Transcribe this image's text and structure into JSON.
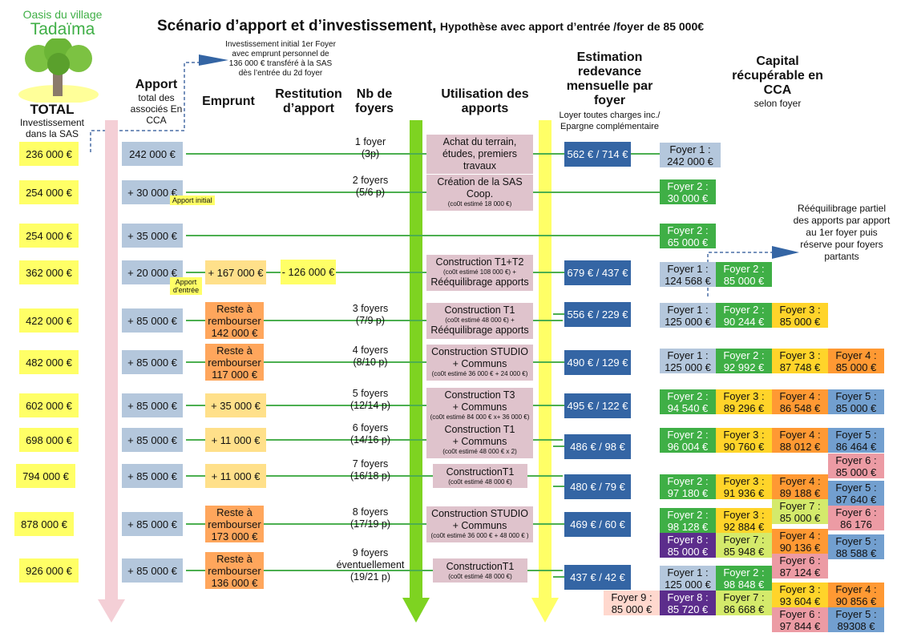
{
  "logo": {
    "line1": "Oasis du village",
    "line2": "Tadaïma"
  },
  "title": {
    "main": "Scénario d’apport et d’investissement,",
    "sub": "Hypothèse avec apport d’entrée /foyer de 85 000€"
  },
  "headers": {
    "total": {
      "title": "TOTAL",
      "sub": "Investissement dans la SAS"
    },
    "apport": {
      "title": "Apport",
      "sub": "total des associés En CCA"
    },
    "emprunt": {
      "title": "Emprunt"
    },
    "restitution": {
      "title": "Restitution d’apport"
    },
    "foyers": {
      "title": "Nb de foyers"
    },
    "usage": {
      "title": "Utilisation des apports"
    },
    "redevance": {
      "title": "Estimation redevance mensuelle par foyer",
      "sub": "Loyer toutes charges inc./ Epargne complémentaire"
    },
    "capital": {
      "title": "Capital récupérable en CCA",
      "sub": "selon foyer"
    }
  },
  "notes": {
    "initial_investment": "Investissement initial 1er Foyer avec emprunt personnel de 136 000 € transféré à la SAS dès l’entrée du 2d foyer",
    "rebalancing": "Rééquilibrage partiel des apports par apport au 1er foyer puis réserve pour foyers partants",
    "apport_initial": "Apport initial",
    "apport_entree": "Apport d'entrée"
  },
  "rows": [
    {
      "total": "236 000 €",
      "apport": "242 000 €",
      "emprunt": "",
      "restitution": "",
      "foyers": [
        "1 foyer",
        "(3p)"
      ],
      "usage": {
        "before": [
          "Achat du terrain,",
          "études, premiers",
          "travaux"
        ],
        "cost": "",
        "after": []
      },
      "redevance": "562 € / 714 €"
    },
    {
      "total": "254 000 €",
      "apport": "+ 30 000 €",
      "emprunt": "",
      "restitution": "",
      "foyers": [
        "2 foyers",
        "(5/6 p)"
      ],
      "usage": {
        "before": [
          "Création de la SAS",
          "Coop."
        ],
        "cost": "(co0t estimé  18 000 €)",
        "after": []
      },
      "redevance": ""
    },
    {
      "total": "254 000 €",
      "apport": "+ 35 000 €",
      "emprunt": "",
      "restitution": "",
      "foyers": [],
      "usage": null,
      "redevance": ""
    },
    {
      "total": "362 000 €",
      "apport": "+ 20 000 €",
      "emprunt": "+ 167 000 €",
      "restitution": "- 126 000 €",
      "foyers": [],
      "usage": {
        "before": [
          "Construction T1+T2"
        ],
        "cost": "(co0t estimé  108 000 €) +",
        "after": [
          "Rééquilibrage apports"
        ]
      },
      "redevance": "679 € / 437 €"
    },
    {
      "total": "422 000 €",
      "apport": "+ 85 000 €",
      "emprunt": "Reste à rembourser 142 000 €",
      "restitution": "",
      "foyers": [
        "3 foyers",
        "(7/9 p)"
      ],
      "usage": {
        "before": [
          "Construction T1"
        ],
        "cost": "(co0t estimé  48 000 €) +",
        "after": [
          "Rééquilibrage apports"
        ]
      },
      "redevance": "556 € / 229 €"
    },
    {
      "total": "482 000 €",
      "apport": "+ 85 000 €",
      "emprunt": "Reste à rembourser 117 000 €",
      "restitution": "",
      "foyers": [
        "4 foyers",
        "(8/10 p)"
      ],
      "usage": {
        "before": [
          "Construction STUDIO",
          "+ Communs"
        ],
        "cost": "(co0t estimé  36 000 € + 24 000 €)",
        "after": []
      },
      "redevance": "490 € / 129 €"
    },
    {
      "total": "602 000 €",
      "apport": "+ 85 000 €",
      "emprunt": "+ 35 000 €",
      "restitution": "",
      "foyers": [
        "5 foyers",
        "(12/14 p)"
      ],
      "usage": {
        "before": [
          "Construction T3",
          "+ Communs"
        ],
        "cost": "(co0t estimé  84 000 € x+ 36 000 €)",
        "after": []
      },
      "redevance": "495 € / 122 €"
    },
    {
      "total": "698 000 €",
      "apport": "+ 85 000 €",
      "emprunt": "+ 11 000 €",
      "restitution": "",
      "foyers": [
        "6 foyers",
        "(14/16 p)"
      ],
      "usage": {
        "before": [
          "Construction T1",
          "+ Communs"
        ],
        "cost": "(co0t estimé  48 000 € x 2)",
        "after": []
      },
      "redevance": "486 € / 98 €"
    },
    {
      "total": "794 000 €",
      "apport": "+ 85 000 €",
      "emprunt": "+ 11 000 €",
      "restitution": "",
      "foyers": [
        "7 foyers",
        "(16/18 p)"
      ],
      "usage": {
        "before": [
          "ConstructionT1"
        ],
        "cost": "(co0t estimé  48 000 €)",
        "after": []
      },
      "redevance": "480 € / 79 €"
    },
    {
      "total": "878 000 €",
      "apport": "+ 85 000 €",
      "emprunt": "Reste à rembourser 173 000 €",
      "restitution": "",
      "foyers": [
        "8 foyers",
        "(17/19 p)"
      ],
      "usage": {
        "before": [
          "Construction STUDIO",
          "+ Communs"
        ],
        "cost": "(co0t estimé  36 000 € + 48 000 € )",
        "after": []
      },
      "redevance": "469 € / 60 €"
    },
    {
      "total": "926 000 €",
      "apport": "+ 85 000 €",
      "emprunt": "Reste à rembourser 136 000 €",
      "restitution": "",
      "foyers": [
        "9 foyers",
        "éventuellement",
        "(19/21 p)"
      ],
      "usage": {
        "before": [
          "ConstructionT1"
        ],
        "cost": "(co0t estimé  48 000 €)",
        "after": []
      },
      "redevance": "437 € / 42 €"
    }
  ],
  "capital": [
    {
      "label": "Foyer 1 :",
      "value": "242 000 €",
      "foyer": 1
    },
    {
      "label": "Foyer 2 :",
      "value": "30 000 €",
      "foyer": 2
    },
    {
      "label": "Foyer 2 :",
      "value": "65 000 €",
      "foyer": 2
    },
    {
      "label": "Foyer 1 :",
      "value": "124 568 €",
      "foyer": 1
    },
    {
      "label": "Foyer 2 :",
      "value": "85 000 €",
      "foyer": 2
    },
    {
      "label": "Foyer 1 :",
      "value": "125 000 €",
      "foyer": 1
    },
    {
      "label": "Foyer 2 :",
      "value": "90 244 €",
      "foyer": 2
    },
    {
      "label": "Foyer 3 :",
      "value": "85 000 €",
      "foyer": 3
    },
    {
      "label": "Foyer 1 :",
      "value": "125 000 €",
      "foyer": 1
    },
    {
      "label": "Foyer 2 :",
      "value": "92 992 €",
      "foyer": 2
    },
    {
      "label": "Foyer 3 :",
      "value": "87 748 €",
      "foyer": 3
    },
    {
      "label": "Foyer 4 :",
      "value": "85 000 €",
      "foyer": 4
    },
    {
      "label": "Foyer 2 :",
      "value": "94 540 €",
      "foyer": 2
    },
    {
      "label": "Foyer 3 :",
      "value": "89 296 €",
      "foyer": 3
    },
    {
      "label": "Foyer 4 :",
      "value": "86 548 €",
      "foyer": 4
    },
    {
      "label": "Foyer 5 :",
      "value": "85 000 €",
      "foyer": 5
    },
    {
      "label": "Foyer 2 :",
      "value": "96 004 €",
      "foyer": 2
    },
    {
      "label": "Foyer 3 :",
      "value": "90 760 €",
      "foyer": 3
    },
    {
      "label": "Foyer 4 :",
      "value": "88 012 €",
      "foyer": 4
    },
    {
      "label": "Foyer 5 :",
      "value": "86 464 €",
      "foyer": 5
    },
    {
      "label": "Foyer 6 :",
      "value": "85 000 €",
      "foyer": 6
    },
    {
      "label": "Foyer 2 :",
      "value": "97 180 €",
      "foyer": 2
    },
    {
      "label": "Foyer 3 :",
      "value": "91 936 €",
      "foyer": 3
    },
    {
      "label": "Foyer 4 :",
      "value": "89 188 €",
      "foyer": 4
    },
    {
      "label": "Foyer 5 :",
      "value": "87 640 €",
      "foyer": 5
    },
    {
      "label": "Foyer 7 :",
      "value": "85 000 €",
      "foyer": 7
    },
    {
      "label": "Foyer 6 :",
      "value": "86 176",
      "foyer": 6
    },
    {
      "label": "Foyer 2 :",
      "value": "98 128 €",
      "foyer": 2
    },
    {
      "label": "Foyer 3 :",
      "value": "92 884 €",
      "foyer": 3
    },
    {
      "label": "Foyer 8 :",
      "value": "85 000 €",
      "foyer": 8
    },
    {
      "label": "Foyer 7 :",
      "value": "85 948 €",
      "foyer": 7
    },
    {
      "label": "Foyer 4 :",
      "value": "90 136 €",
      "foyer": 4
    },
    {
      "label": "Foyer 5 :",
      "value": "88 588 €",
      "foyer": 5
    },
    {
      "label": "Foyer 6 :",
      "value": "87 124 €",
      "foyer": 6
    },
    {
      "label": "Foyer 1 :",
      "value": "125 000 €",
      "foyer": 1
    },
    {
      "label": "Foyer 2 :",
      "value": "98 848 €",
      "foyer": 2
    },
    {
      "label": "Foyer 9 :",
      "value": "85 000 €",
      "foyer": 9
    },
    {
      "label": "Foyer 8 :",
      "value": "85 720 €",
      "foyer": 8
    },
    {
      "label": "Foyer 7 :",
      "value": "86 668 €",
      "foyer": 7
    },
    {
      "label": "Foyer 3 :",
      "value": "93 604 €",
      "foyer": 3
    },
    {
      "label": "Foyer 4 :",
      "value": "90 856 €",
      "foyer": 4
    },
    {
      "label": "Foyer 6 :",
      "value": "97 844 €",
      "foyer": 6
    },
    {
      "label": "Foyer 5 :",
      "value": "89308 €",
      "foyer": 5
    }
  ],
  "colors": {
    "foyer": {
      "1": "#b4c7dc",
      "2": "#3faf46",
      "3": "#ffd42a",
      "4": "#ff9933",
      "5": "#729fcf",
      "6": "#ec9ba4",
      "7": "#d4ea6b",
      "8": "#5c2d8c",
      "9": "#ffd8ce"
    },
    "total": "#ffff66",
    "apport": "#b4c7dc",
    "emprunt_plus": "#ffe08a",
    "emprunt_rest": "#ffa65c",
    "usage": "#dfc3cc",
    "redevance": "#3465a4",
    "line": "#4caf50"
  }
}
